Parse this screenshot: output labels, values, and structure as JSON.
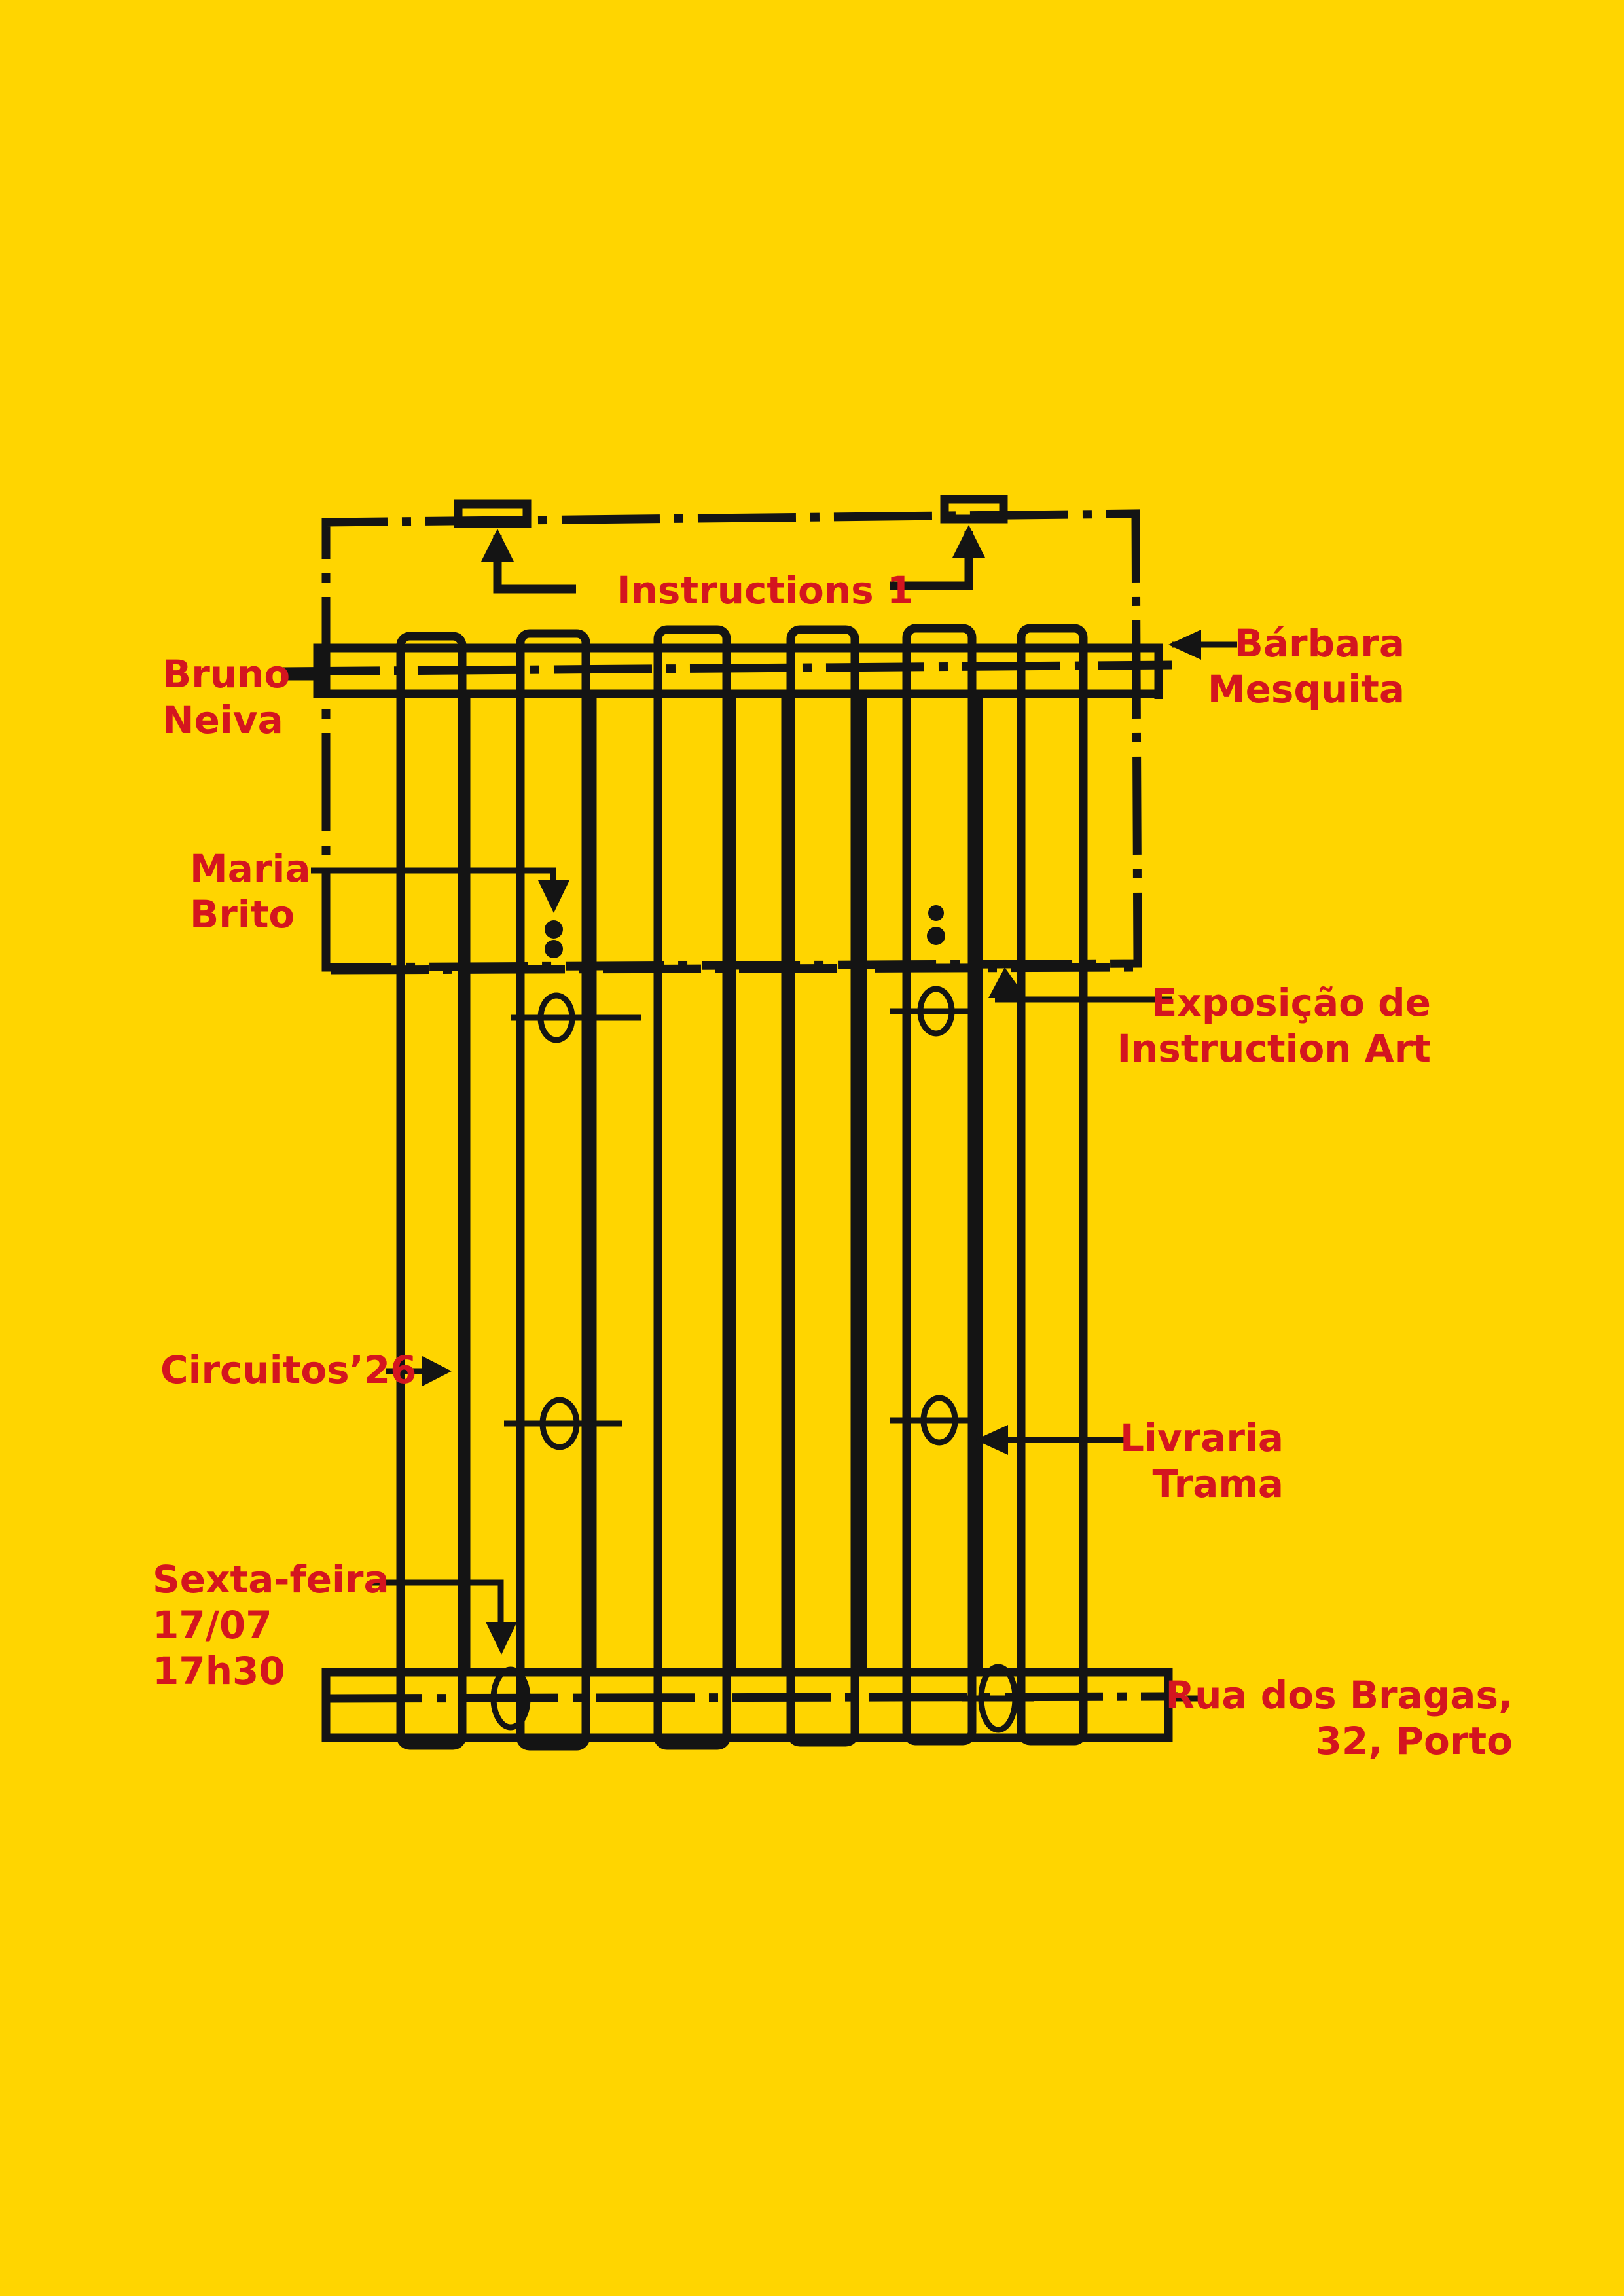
{
  "colors": {
    "background": "#FFD500",
    "ink": "#141414",
    "text": "#D4151F"
  },
  "labels": {
    "title": "Instructions 1",
    "artist_left_1": [
      "Bruno",
      "Neiva"
    ],
    "artist_right_1": [
      "Bárbara",
      "Mesquita"
    ],
    "artist_left_2": [
      "Maria",
      "Brito"
    ],
    "exhibition": [
      "Exposição de",
      "Instruction Art"
    ],
    "festival": "Circuitos’26",
    "venue": [
      "Livraria",
      "Trama"
    ],
    "date": [
      "Sexta-feira",
      "17/07",
      "17h30"
    ],
    "address": [
      "Rua dos Bragas,",
      "32, Porto"
    ]
  }
}
